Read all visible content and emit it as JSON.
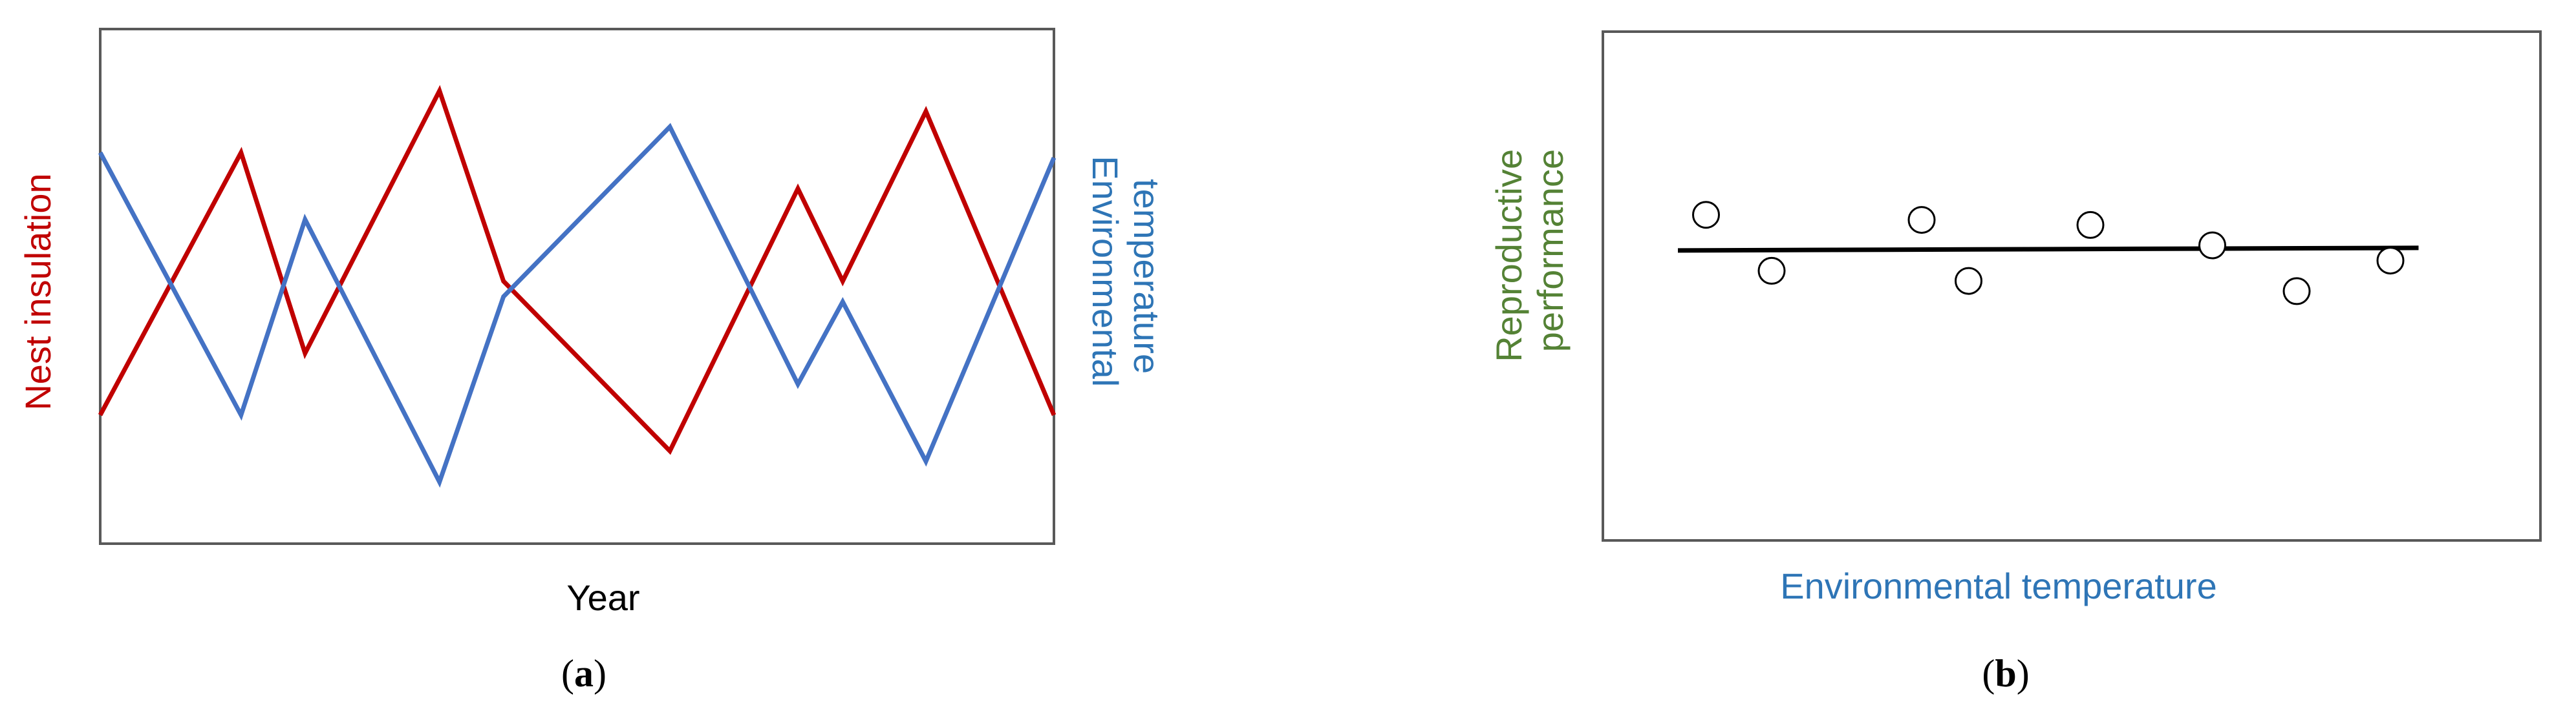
{
  "colors": {
    "insulation": "#c00000",
    "temperature": "#4472c4",
    "temperature_label": "#2e75b6",
    "performance_label": "#548235",
    "axis": "#595959"
  },
  "panel_a": {
    "label_open": "(",
    "label_letter": "a",
    "label_close": ")"
  },
  "panel_b": {
    "label_open": "(",
    "label_letter": "b",
    "label_close": ")"
  },
  "chart_data": [
    {
      "type": "line",
      "title": "",
      "xlabel": "Year",
      "ylabel_left": "Nest  insulation",
      "ylabel_right_lines": [
        "Environmental",
        "temperature"
      ],
      "x": [
        0,
        1,
        2,
        3,
        4,
        5,
        6,
        7,
        8,
        9,
        10,
        11,
        12
      ],
      "xlim": [
        0,
        12
      ],
      "ylim": [
        0,
        100
      ],
      "grid": false,
      "series": [
        {
          "name": "Nest  insulation",
          "color": "#c00000",
          "points": [
            [
              0,
              25
            ],
            [
              2.2,
              76
            ],
            [
              3.2,
              37
            ],
            [
              5.3,
              88
            ],
            [
              6.3,
              51
            ],
            [
              8.9,
              18
            ],
            [
              10.9,
              69
            ],
            [
              11.6,
              51
            ],
            [
              12.9,
              84
            ],
            [
              14.9,
              25
            ]
          ]
        },
        {
          "name": "Environmental temperature",
          "color": "#4472c4",
          "points": [
            [
              0,
              76
            ],
            [
              2.2,
              25
            ],
            [
              3.2,
              63
            ],
            [
              5.3,
              12
            ],
            [
              6.3,
              48
            ],
            [
              8.9,
              81
            ],
            [
              10.9,
              31
            ],
            [
              11.6,
              47
            ],
            [
              12.9,
              16
            ],
            [
              14.9,
              75
            ]
          ]
        }
      ]
    },
    {
      "type": "scatter",
      "title": "",
      "xlabel": "Environmental temperature",
      "ylabel_lines": [
        "Reproductive",
        "performance"
      ],
      "xlim": [
        0,
        100
      ],
      "ylim": [
        0,
        100
      ],
      "grid": false,
      "points": [
        [
          11,
          64
        ],
        [
          18,
          53
        ],
        [
          34,
          63
        ],
        [
          39,
          51
        ],
        [
          52,
          62
        ],
        [
          65,
          58
        ],
        [
          74,
          49
        ],
        [
          84,
          55
        ]
      ],
      "trendline": {
        "x": [
          8,
          87
        ],
        "y": [
          57,
          57.5
        ]
      }
    }
  ]
}
